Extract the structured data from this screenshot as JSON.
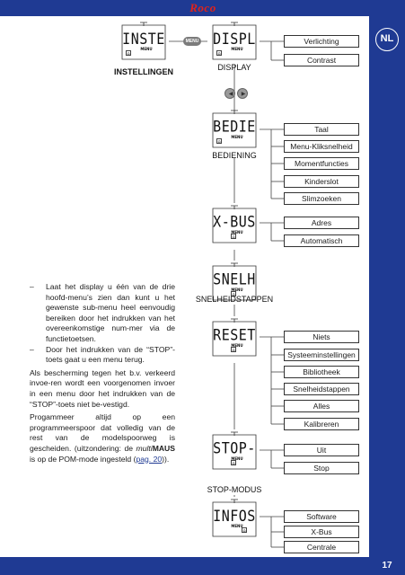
{
  "header": {
    "logo_text": "Roco"
  },
  "language_badge": "NL",
  "page_number": "17",
  "mode_button": "MENU",
  "menus": [
    {
      "lcd": "INSTE",
      "caption": "INSTELLINGEN"
    },
    {
      "lcd": "DISPL",
      "caption": "DISPLAY",
      "options": [
        "Verlichting",
        "Contrast"
      ]
    },
    {
      "lcd": "BEDIE",
      "caption": "BEDIENING",
      "options": [
        "Taal",
        "Menu-Kliksnelheid",
        "Momentfuncties",
        "Kinderslot",
        "Slimzoeken"
      ]
    },
    {
      "lcd": "X-BUS",
      "caption": "",
      "options": [
        "Adres",
        "Automatisch"
      ]
    },
    {
      "lcd": "SNELH",
      "caption": "SNELHEIDSTAPPEN"
    },
    {
      "lcd": "RESET",
      "caption": "",
      "options": [
        "Niets",
        "Systeeminstellingen",
        "Bibliotheek",
        "Snelheidstappen",
        "Alles",
        "Kalibreren"
      ]
    },
    {
      "lcd": "STOP-",
      "caption": "STOP-MODUS",
      "options": [
        "Uit",
        "Stop"
      ]
    },
    {
      "lcd": "INFOS",
      "caption": "",
      "options": [
        "Software",
        "X-Bus",
        "Centrale"
      ]
    }
  ],
  "lcd_menu_label": "MENU",
  "text": {
    "item1": "Laat het display u één van de drie hoofd-menu’s zien dan kunt u het gewenste sub-menu heel eenvoudig bereiken door het indrukken van het overeenkomstige num-mer via de functietoetsen.",
    "item2": "Door het indrukken van de “STOP”-toets gaat u een menu terug.",
    "para1": "Als bescherming tegen het b.v. verkeerd invoe-ren wordt een voorgenomen invoer in een menu door het indrukken van de “STOP”-toets niet be-vestigd.",
    "para2_a": "Progammeer altijd op een programmeerspoor dat volledig van de rest van de modelspoorweg is gescheiden. (uitzondering: de ",
    "para2_multi": "multi",
    "para2_maus": "MAUS",
    "para2_b": " is op de POM-mode ingesteld (",
    "para2_link": "pag. 20",
    "para2_c": ")).",
    "dash": "–"
  },
  "colors": {
    "brand_blue": "#1f3a93",
    "logo_red": "#e2231a"
  }
}
